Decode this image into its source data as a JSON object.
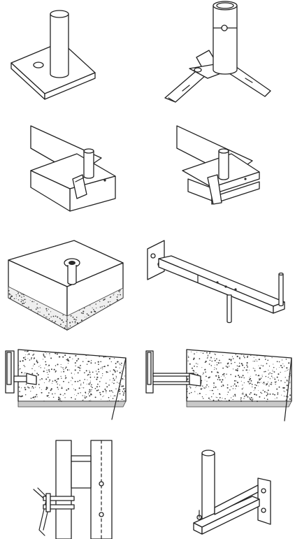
{
  "theme": {
    "ink": "#222222",
    "background": "#ffffff",
    "slab_edge": "#c9c9c9"
  },
  "items": [
    {
      "key": "base-plate-post",
      "icon": "base-plate-post-icon"
    },
    {
      "key": "tripod-foot-post",
      "icon": "tripod-foot-post-icon"
    },
    {
      "key": "beam-clamp-post",
      "icon": "beam-clamp-post-icon"
    },
    {
      "key": "i-beam-clamp-post",
      "icon": "i-beam-clamp-post-icon"
    },
    {
      "key": "concrete-block-socket",
      "icon": "concrete-block-socket-icon"
    },
    {
      "key": "wall-bracket-arm",
      "icon": "wall-bracket-arm-icon"
    },
    {
      "key": "slab-edge-anchor",
      "icon": "slab-edge-anchor-icon"
    },
    {
      "key": "slab-edge-anchor-spacer",
      "icon": "slab-edge-anchor-spacer-icon"
    },
    {
      "key": "column-clamp",
      "icon": "column-clamp-icon"
    },
    {
      "key": "post-cantilever-bracket",
      "icon": "post-cantilever-bracket-icon"
    }
  ]
}
